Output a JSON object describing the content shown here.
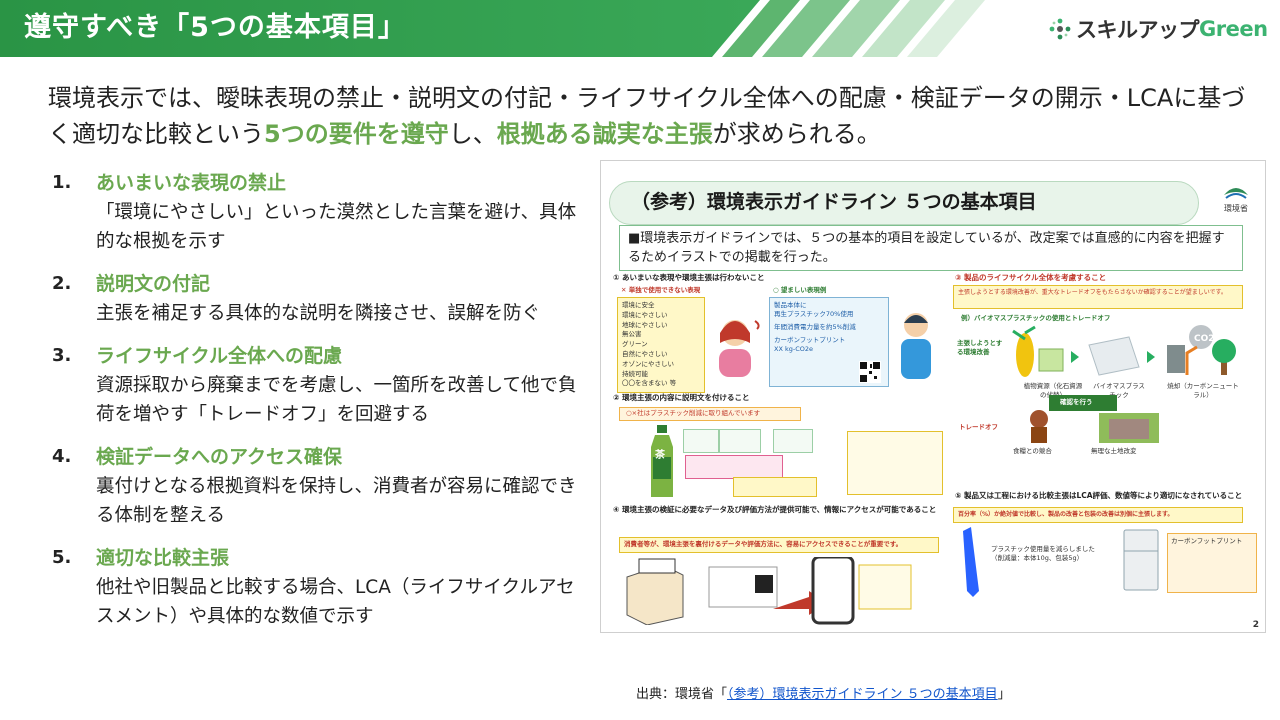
{
  "header": {
    "title": "遵守すべき「5つの基本項目」",
    "logo_text_main": "スキルアップ",
    "logo_text_accent": "Green"
  },
  "lead": {
    "part1": "環境表示では、曖昧表現の禁止・説明文の付記・ライフサイクル全体への配慮・検証データの開示・LCAに基づく適切な比較という",
    "highlight1": "5つの要件を遵守",
    "part2": "し、",
    "highlight2": "根拠ある誠実な主張",
    "part3": "が求められる。"
  },
  "items": [
    {
      "num": "1.",
      "title": "あいまいな表現の禁止",
      "desc": "「環境にやさしい」といった漠然とした言葉を避け、具体的な根拠を示す"
    },
    {
      "num": "2.",
      "title": "説明文の付記",
      "desc": "主張を補足する具体的な説明を隣接させ、誤解を防ぐ"
    },
    {
      "num": "3.",
      "title": "ライフサイクル全体への配慮",
      "desc": "資源採取から廃棄までを考慮し、一箇所を改善して他で負荷を増やす「トレードオフ」を回避する"
    },
    {
      "num": "4.",
      "title": "検証データへのアクセス確保",
      "desc": "裏付けとなる根拠資料を保持し、消費者が容易に確認できる体制を整える"
    },
    {
      "num": "5.",
      "title": "適切な比較主張",
      "desc": "他社や旧製品と比較する場合、LCA（ライフサイクルアセスメント）や具体的な数値で示す"
    }
  ],
  "figure": {
    "title": "（参考）環境表示ガイドライン ５つの基本項目",
    "ministry": "環境省",
    "note": "■環境表示ガイドラインでは、５つの基本的項目を設定しているが、改定案では直感的に内容を把握するためイラストでの掲載を行った。",
    "sec1": "① あいまいな表現や環境主張は行わないこと",
    "sec1_ng": "✕ 単独で使用できない表現",
    "sec1_ng_list": [
      "環境に安全",
      "環境にやさしい",
      "地球にやさしい",
      "無公害",
      "グリーン",
      "自然にやさしい",
      "オゾンにやさしい",
      "持続可能",
      "〇〇を含まない 等"
    ],
    "sec1_ok": "○ 望ましい表現例",
    "sec1_ok_list": [
      "製品本体に",
      "再生プラスチック70%使用",
      "年間消費電力量を約5%削減",
      "カーボンフットプリント",
      "XX kg-CO2e"
    ],
    "sec2": "② 環境主張の内容に説明文を付けること",
    "sec2_banner": "○×社はプラスチック削減に取り組んでいます",
    "sec2_bottle": "茶",
    "sec3": "③ 製品のライフサイクル全体を考慮すること",
    "sec3_note": "主張しようとする環境改善が、重大なトレードオフをもたらさないか確認することが望ましいです。",
    "sec3_example": "例）バイオマスプラスチックの使用とトレードオフ",
    "sec3_claim": "主張しようとする環境改善",
    "sec3_labels": [
      "植物資源（化石資源の代替）",
      "バイオマスプラスチック",
      "焼却（カーボンニュートラル）"
    ],
    "sec3_check": "確認を行う",
    "sec3_tradeoff": "トレードオフ",
    "sec3_bottom": [
      "食糧との競合",
      "無理な土地改変"
    ],
    "sec4": "④ 環境主張の検証に必要なデータ及び評価方法が提供可能で、情報にアクセスが可能であること",
    "sec4_banner": "消費者等が、環境主張を裏付けるデータや評価方法に、容易にアクセスできることが重要です。",
    "sec5": "⑤ 製品又は工程における比較主張はLCA評価、数値等により適切になされていること",
    "sec5_banner": "百分率（%）か絶対値で比較し、製品の改善と包装の改善は別個に主張します。",
    "sec5_pen": "プラスチック使用量を減らしました（削減量：本体10g、包装5g）",
    "sec5_cf": "カーボンフットプリント",
    "page": "2"
  },
  "source": {
    "prefix": "出典：環境省「",
    "link": "（参考）環境表示ガイドライン ５つの基本項目",
    "suffix": "」"
  },
  "colors": {
    "header_green": "#2e9a4a",
    "accent_green": "#6aa84f"
  }
}
